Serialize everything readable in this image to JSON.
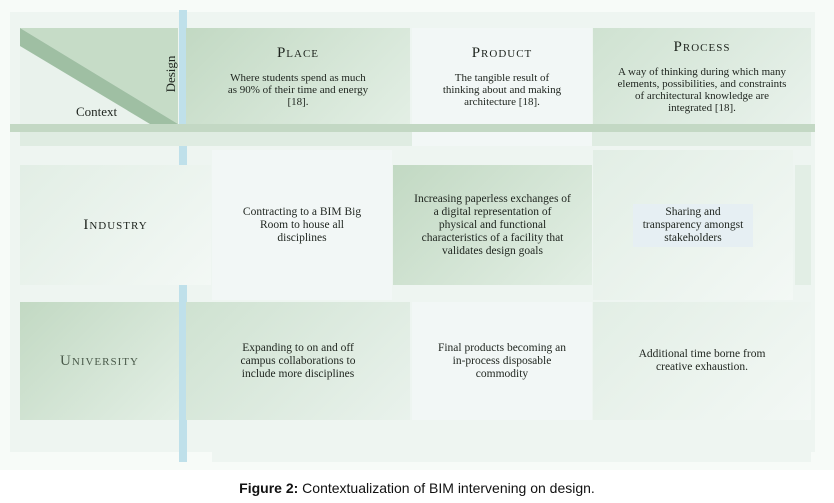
{
  "corner": {
    "design_label": "Design",
    "context_label": "Context"
  },
  "columns": [
    {
      "title": "Place",
      "description": "Where students spend as much as 90% of their time and energy [18]."
    },
    {
      "title": "Product",
      "description": "The tangible result of thinking about and making architecture [18]."
    },
    {
      "title": "Process",
      "description": "A way of thinking during which many elements, possibilities, and constraints of architectural knowledge are integrated  [18]."
    }
  ],
  "rows": [
    {
      "title": "Industry",
      "cells": [
        "Contracting to a BIM Big Room to house all disciplines",
        "Increasing paperless exchanges of a digital representation of physical and functional characteristics of a facility that validates design goals",
        "Sharing and transparency amongst stakeholders"
      ]
    },
    {
      "title": "University",
      "cells": [
        "Expanding to on and off campus collaborations to include more disciplines",
        "Final products becoming an in-process disposable commodity",
        "Additional time borne from creative exhaustion."
      ]
    }
  ],
  "caption": {
    "label": "Figure 2:",
    "text": " Contextualization of BIM intervening on design."
  },
  "colors": {
    "row_title_university": "#4a5a4a",
    "accent_line": "#bfe0ea"
  }
}
